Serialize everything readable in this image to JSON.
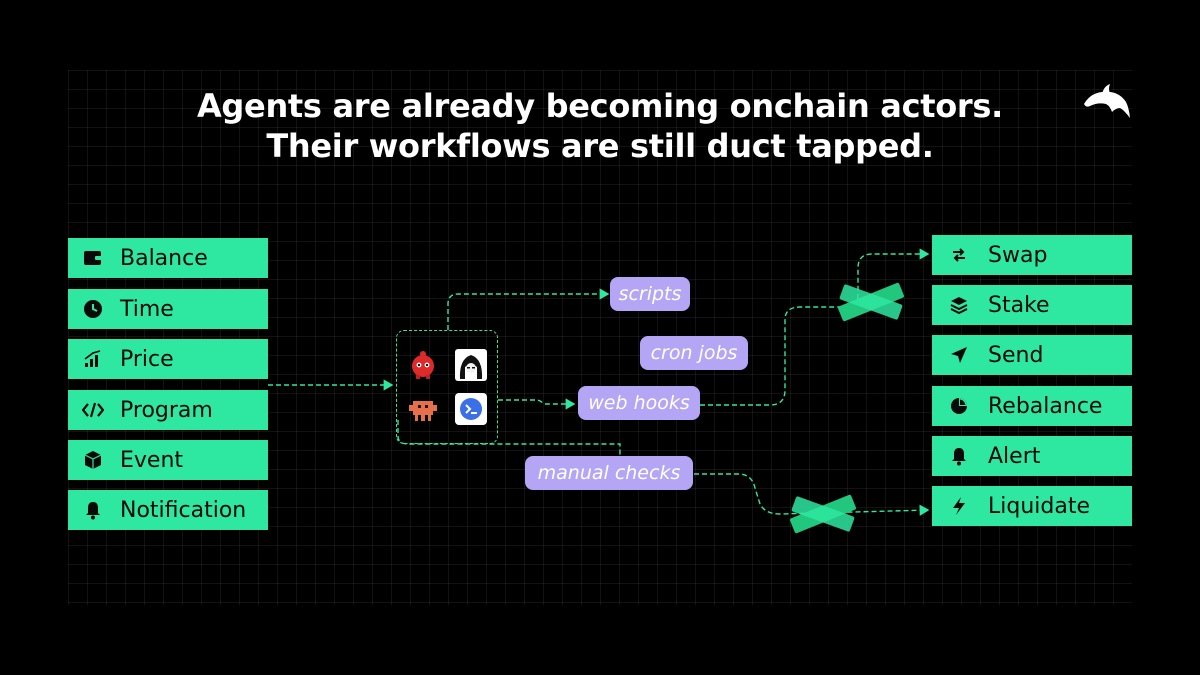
{
  "title": {
    "line1": "Agents are already becoming onchain actors.",
    "line2": "Their workflows are still duct tapped."
  },
  "triggers": [
    {
      "label": "Balance",
      "icon": "wallet-icon"
    },
    {
      "label": "Time",
      "icon": "clock-icon"
    },
    {
      "label": "Price",
      "icon": "price-chart-icon"
    },
    {
      "label": "Program",
      "icon": "code-icon"
    },
    {
      "label": "Event",
      "icon": "cube-icon"
    },
    {
      "label": "Notification",
      "icon": "bell-icon"
    }
  ],
  "methods": [
    {
      "label": "scripts"
    },
    {
      "label": "cron jobs"
    },
    {
      "label": "web hooks"
    },
    {
      "label": "manual checks"
    }
  ],
  "actions": [
    {
      "label": "Swap",
      "icon": "swap-arrows-icon"
    },
    {
      "label": "Stake",
      "icon": "layers-icon"
    },
    {
      "label": "Send",
      "icon": "send-arrow-icon"
    },
    {
      "label": "Rebalance",
      "icon": "pie-chart-icon"
    },
    {
      "label": "Alert",
      "icon": "bell-icon"
    },
    {
      "label": "Liquidate",
      "icon": "lightning-icon"
    }
  ],
  "colors": {
    "background": "#000000",
    "tile": "#2ee7a1",
    "pill": "#b4a6f4",
    "line": "#2ee7a1",
    "tape": "#22c77e"
  },
  "logo_icon": "dolphin-logo-icon",
  "agent_avatars": [
    "red-robot-avatar-icon",
    "anime-girl-avatar-icon",
    "orange-pixel-crab-avatar-icon",
    "blue-terminal-avatar-icon"
  ]
}
